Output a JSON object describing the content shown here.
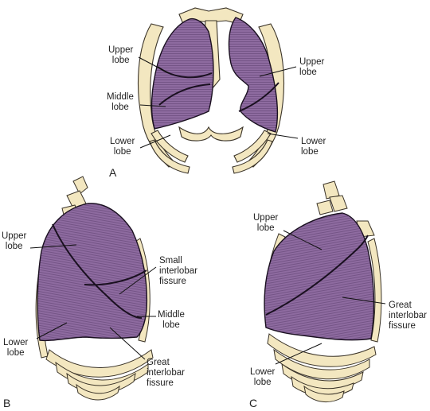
{
  "colors": {
    "bone": "#f3e7c0",
    "bone_stroke": "#3a3328",
    "lung": "#8e6ba0",
    "lung_hatch": "#4a2e5a",
    "fissure": "#1a1020"
  },
  "panels": {
    "a": {
      "letter": "A",
      "labels": {
        "upper_left": "Upper\nlobe",
        "middle_left": "Middle\nlobe",
        "lower_left": "Lower\nlobe",
        "upper_right": "Upper\nlobe",
        "lower_right": "Lower\nlobe"
      }
    },
    "b": {
      "letter": "B",
      "labels": {
        "upper": "Upper\nlobe",
        "small_fissure": "Small\ninterlobar\nfissure",
        "middle": "Middle\nlobe",
        "lower": "Lower\nlobe",
        "great_fissure": "Great\ninterlobar\nfissure"
      }
    },
    "c": {
      "letter": "C",
      "labels": {
        "upper": "Upper\nlobe",
        "great_fissure": "Great\ninterlobar\nfissure",
        "lower": "Lower\nlobe"
      }
    }
  }
}
